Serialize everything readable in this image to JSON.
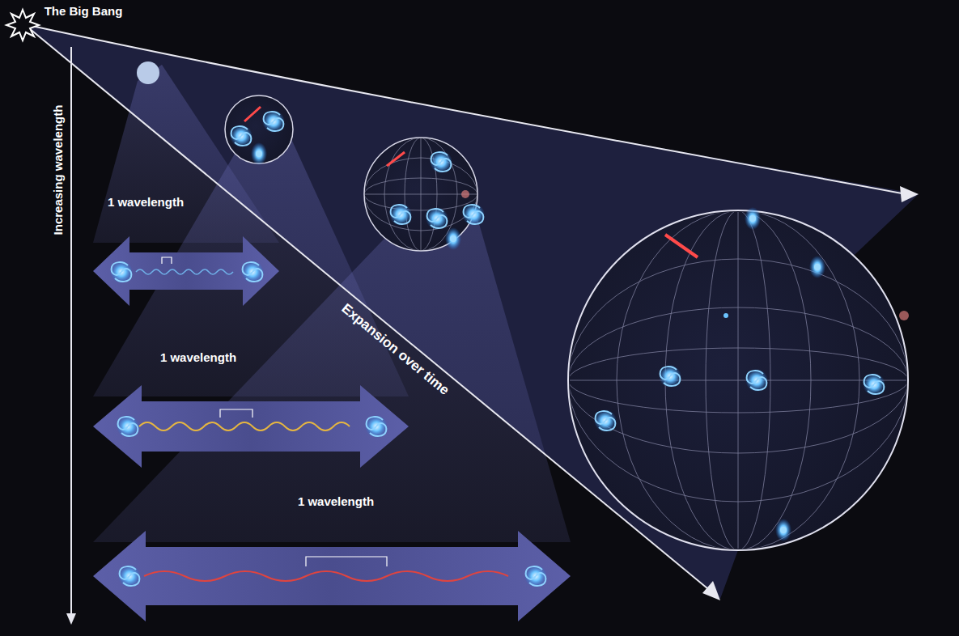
{
  "diagram": {
    "labels": [
      "The Big Bang",
      "Increasing wavelength",
      "1 wavelength",
      "1 wavelength",
      "1 wavelength",
      "Expansion over time"
    ]
  }
}
